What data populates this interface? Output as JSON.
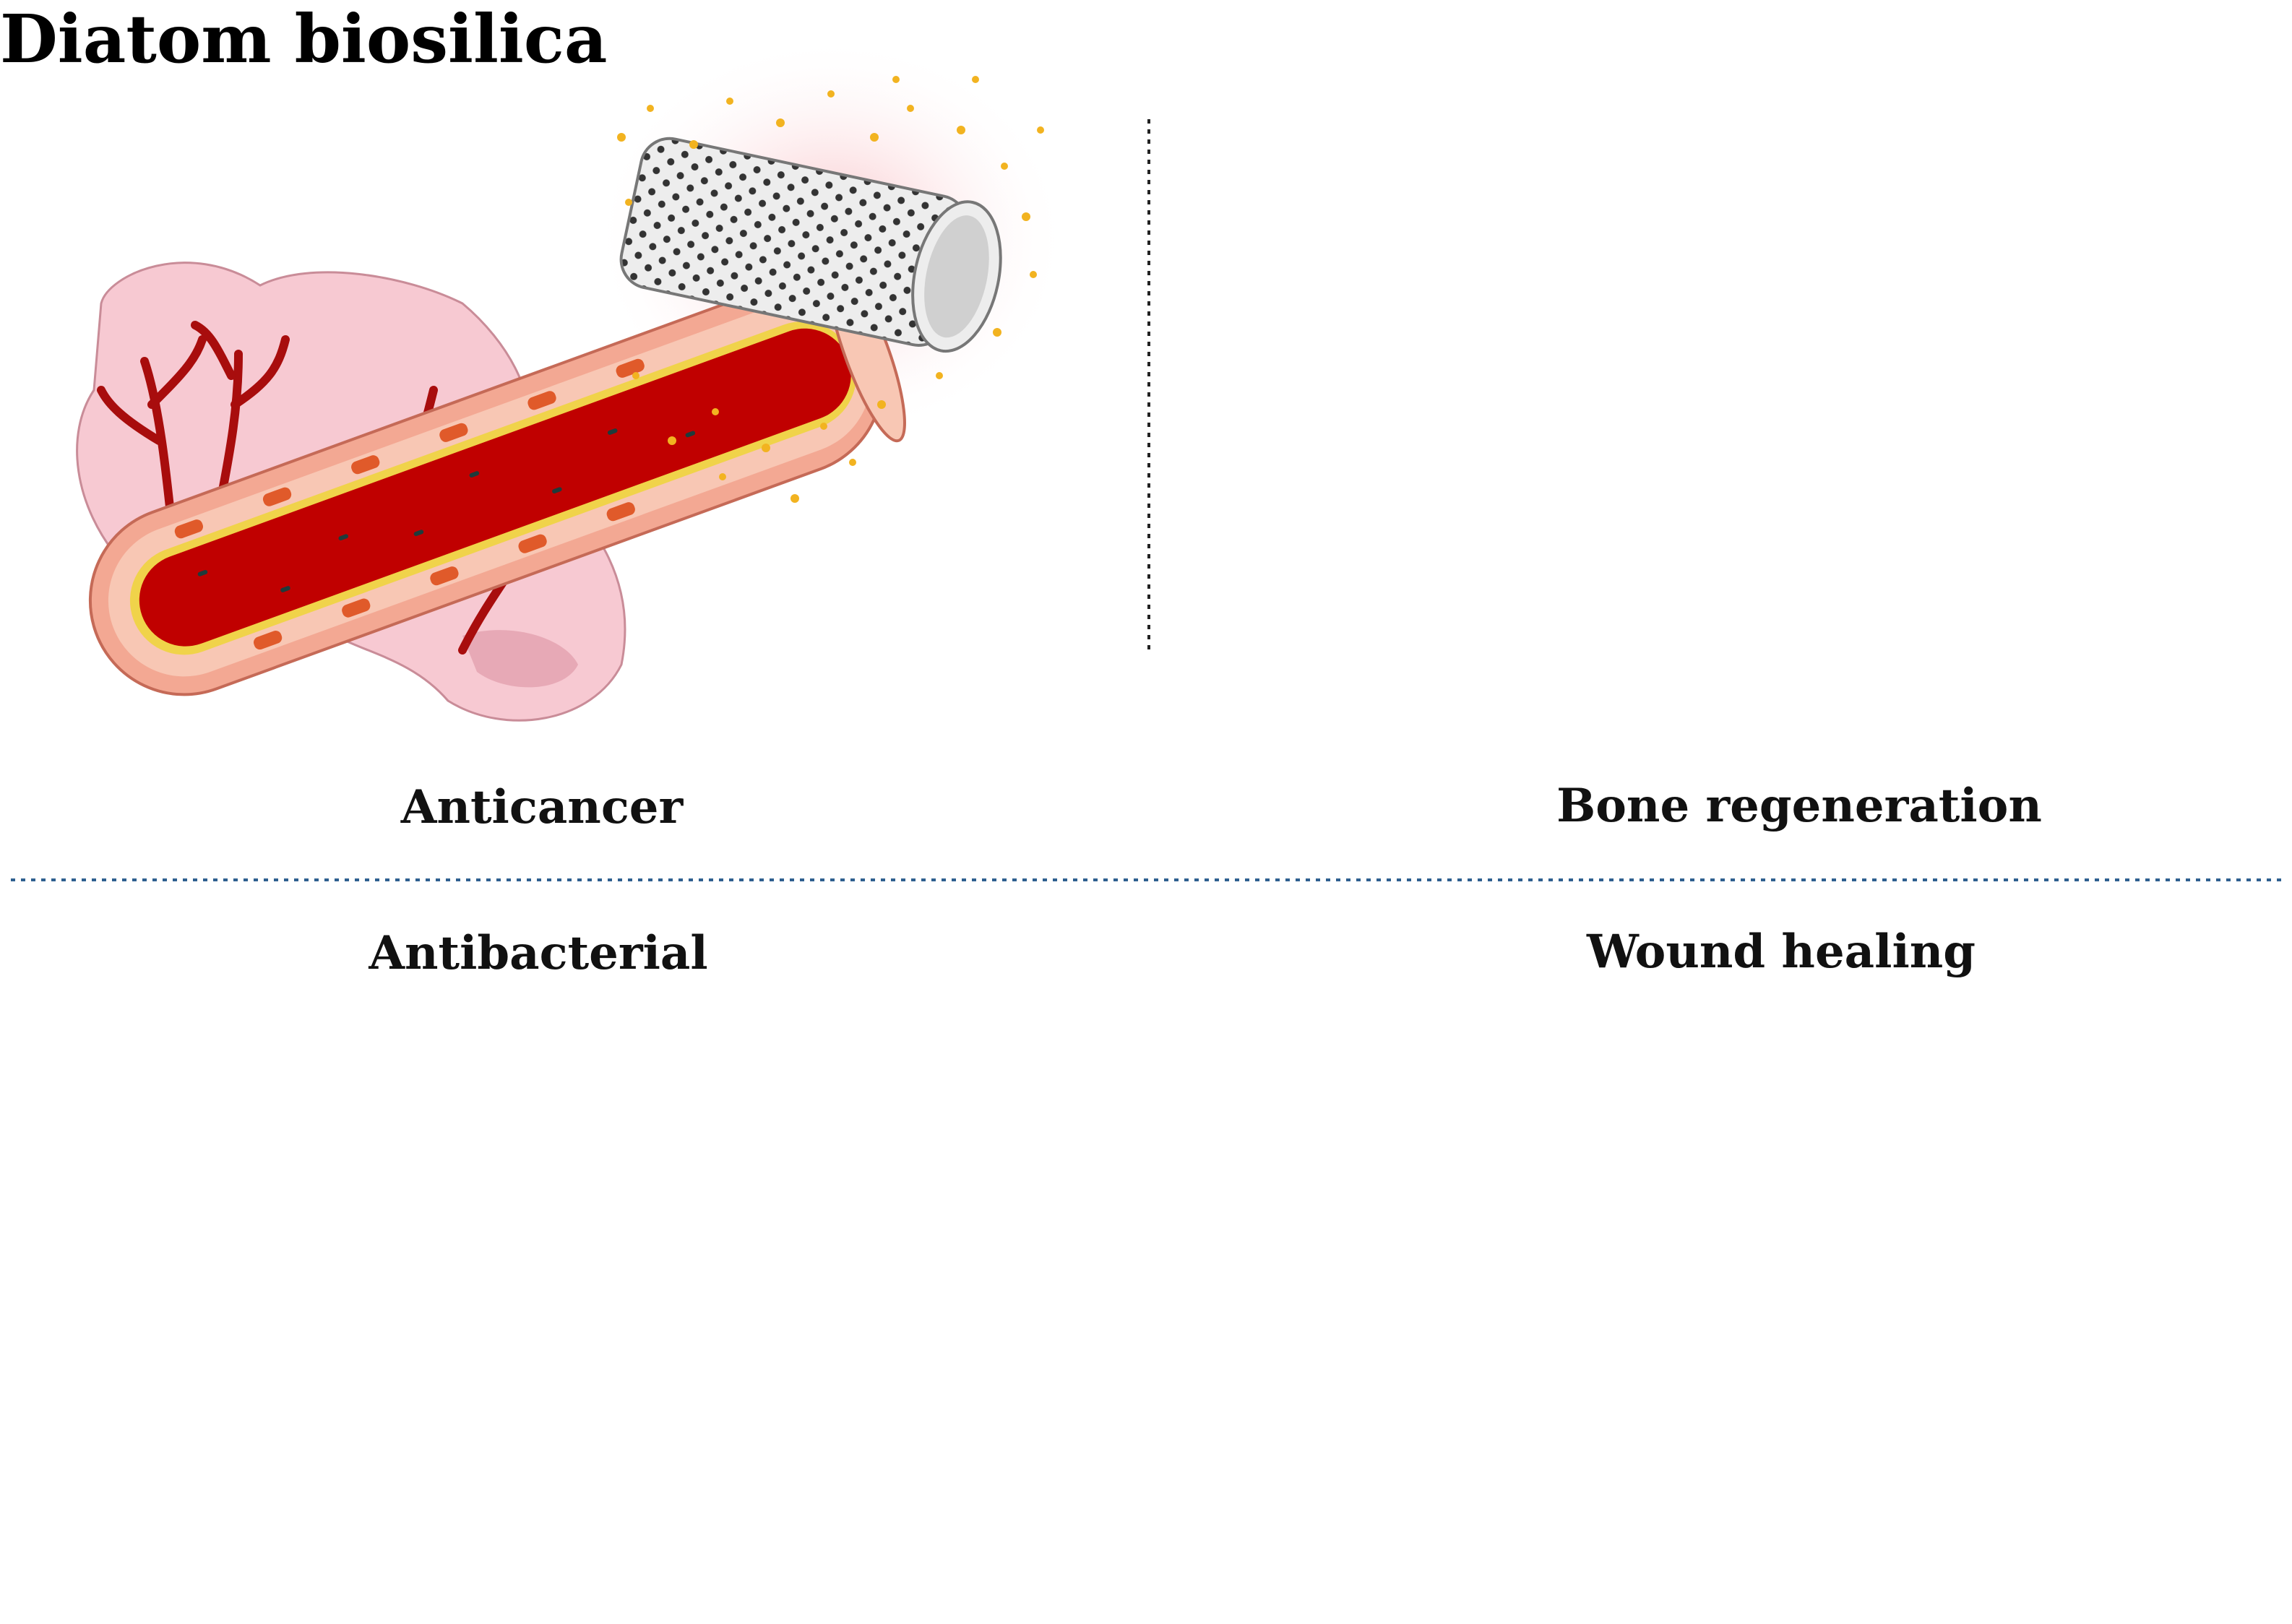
{
  "panels": {
    "anticancer": {
      "label": "Anticancer"
    },
    "bone_regeneration": {
      "label": "Bone regeneration"
    },
    "antibacterial": {
      "label": "Antibacterial"
    },
    "wound_healing": {
      "label": "Wound healing"
    }
  },
  "center": {
    "title": "Diatom biosilica"
  },
  "colors": {
    "blood": "#c00000",
    "vessel_wall": "#f4b9a5",
    "tumor": "#f7c9d2",
    "bone": "#f7e3be",
    "mesh": "#d9d9d9",
    "diatom_shell": "#9ea3a8",
    "skin_top": "#fbe5b6",
    "dermis": "#f4b8a8",
    "hypodermis": "#fadbdd",
    "fat": "#f7eeaa",
    "bacteria": "#6b2d8f",
    "hydrogel": "#bfe6f2",
    "center_circle": "#dbe9f7",
    "divider": "#1f4e79"
  },
  "icons": [
    "blood-vessel",
    "tumor",
    "diatom-frustule",
    "femur-bone",
    "chevron-arrows",
    "scaffold-mesh",
    "skin-block",
    "bacteria",
    "hydrogel-patch",
    "pennate-diatom",
    "centric-diatom",
    "chain-diatom"
  ]
}
